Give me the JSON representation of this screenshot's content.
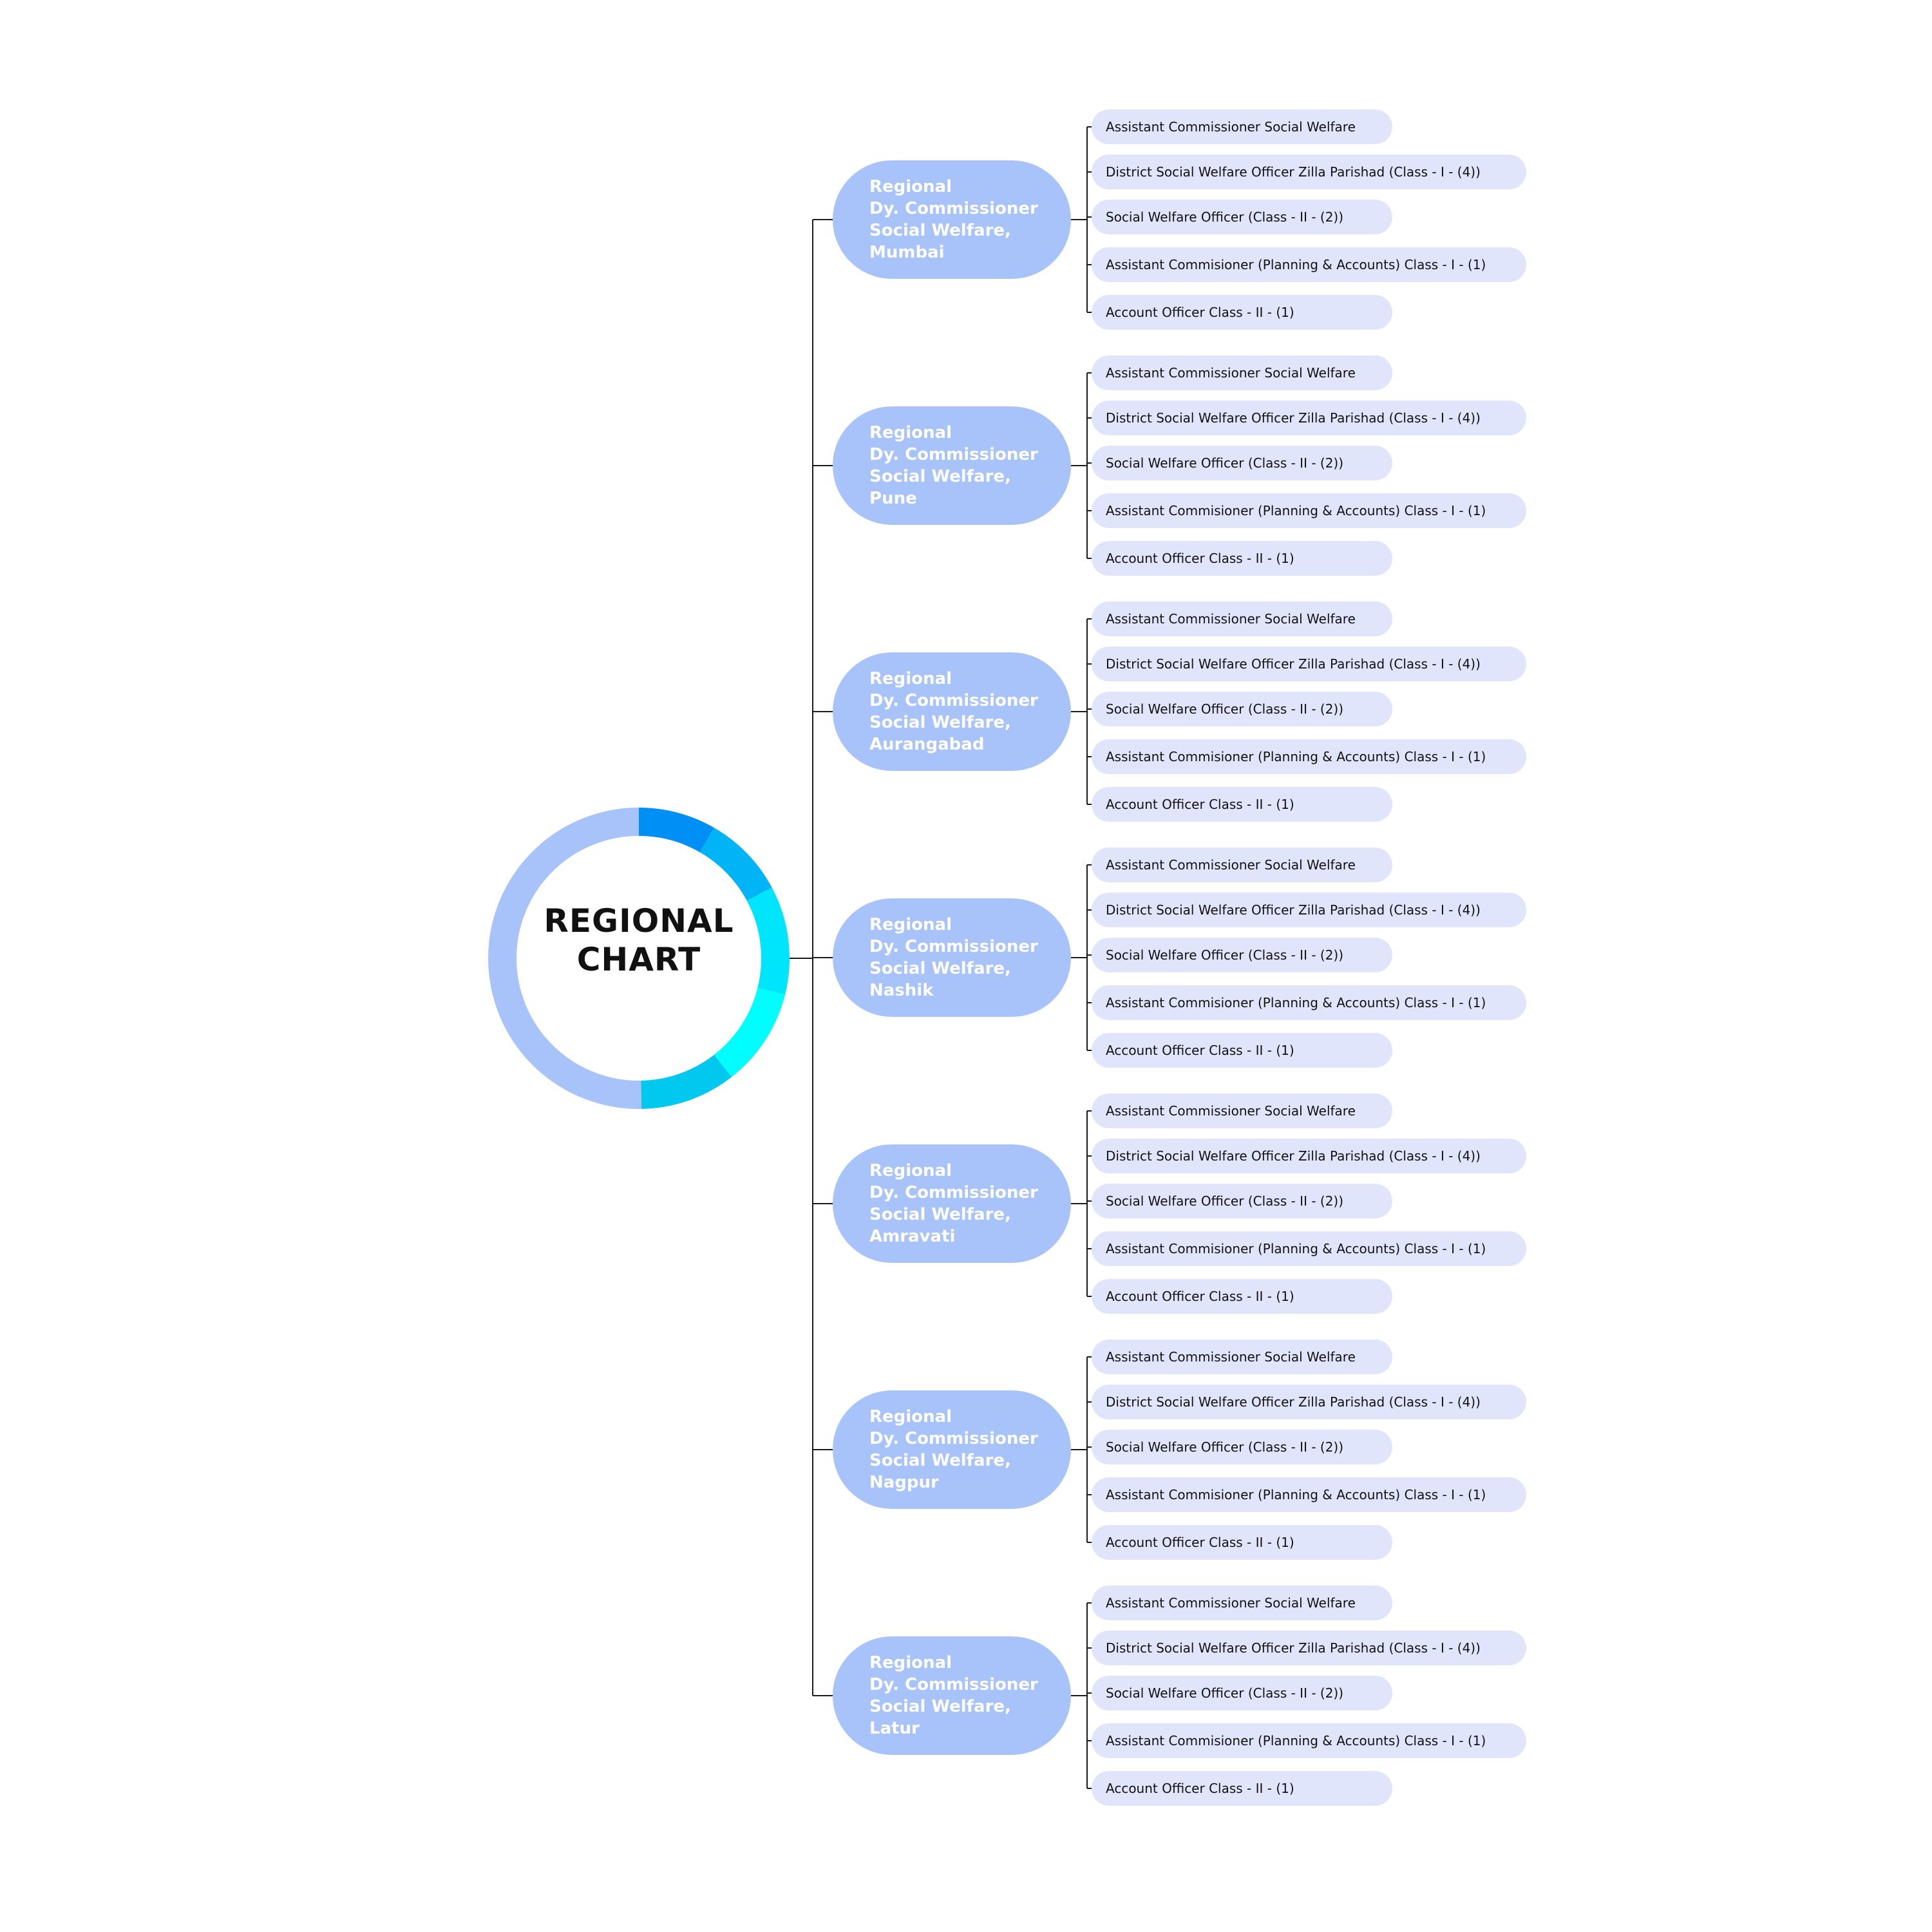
{
  "chart": {
    "title_line1": "REGIONAL",
    "title_line2": "CHART",
    "ring_colors": [
      "#a7c3fa",
      "#0090f5",
      "#00b4f5",
      "#00e5fb",
      "#00fdff",
      "#00c8ef"
    ],
    "node_color": "#a7c3fa",
    "leaf_color": "#e0e5fb",
    "line_color": "#1a1a1a"
  },
  "regions": [
    {
      "lines": [
        "Regional",
        "Dy. Commissioner",
        "Social Welfare,",
        "Mumbai"
      ],
      "posts": [
        "Assistant Commissioner Social Welfare",
        "District Social Welfare Officer Zilla Parishad (Class - I - (4))",
        "Social Welfare Officer (Class - II - (2))",
        "Assistant Commisioner (Planning & Accounts) Class - I - (1)",
        "Account Officer Class - II - (1)"
      ]
    },
    {
      "lines": [
        "Regional",
        "Dy. Commissioner",
        "Social Welfare,",
        "Pune"
      ],
      "posts": [
        "Assistant Commissioner Social Welfare",
        "District Social Welfare Officer Zilla Parishad (Class - I - (4))",
        "Social Welfare Officer (Class - II - (2))",
        "Assistant Commisioner (Planning & Accounts) Class - I - (1)",
        "Account Officer Class - II - (1)"
      ]
    },
    {
      "lines": [
        "Regional",
        "Dy. Commissioner",
        "Social Welfare,",
        "Aurangabad"
      ],
      "posts": [
        "Assistant Commissioner Social Welfare",
        "District Social Welfare Officer Zilla Parishad (Class - I - (4))",
        "Social Welfare Officer (Class - II - (2))",
        "Assistant Commisioner (Planning & Accounts) Class - I - (1)",
        "Account Officer Class - II - (1)"
      ]
    },
    {
      "lines": [
        "Regional",
        "Dy. Commissioner",
        "Social Welfare,",
        "Nashik"
      ],
      "posts": [
        "Assistant Commissioner Social Welfare",
        "District Social Welfare Officer Zilla Parishad (Class - I - (4))",
        "Social Welfare Officer (Class - II - (2))",
        "Assistant Commisioner (Planning & Accounts) Class - I - (1)",
        "Account Officer Class - II - (1)"
      ]
    },
    {
      "lines": [
        "Regional",
        "Dy. Commissioner",
        "Social Welfare,",
        "Amravati"
      ],
      "posts": [
        "Assistant Commissioner Social Welfare",
        "District Social Welfare Officer Zilla Parishad (Class - I - (4))",
        "Social Welfare Officer (Class - II - (2))",
        "Assistant Commisioner (Planning & Accounts) Class - I - (1)",
        "Account Officer Class - II - (1)"
      ]
    },
    {
      "lines": [
        "Regional",
        "Dy. Commissioner",
        "Social Welfare,",
        "Nagpur"
      ],
      "posts": [
        "Assistant Commissioner Social Welfare",
        "District Social Welfare Officer Zilla Parishad (Class - I - (4))",
        "Social Welfare Officer (Class - II - (2))",
        "Assistant Commisioner (Planning & Accounts) Class - I - (1)",
        "Account Officer Class - II - (1)"
      ]
    },
    {
      "lines": [
        "Regional",
        "Dy. Commissioner",
        "Social Welfare,",
        "Latur"
      ],
      "posts": [
        "Assistant Commissioner Social Welfare",
        "District Social Welfare Officer Zilla Parishad (Class - I - (4))",
        "Social Welfare Officer (Class - II - (2))",
        "Assistant Commisioner (Planning & Accounts) Class - I - (1)",
        "Account Officer Class - II - (1)"
      ]
    }
  ]
}
